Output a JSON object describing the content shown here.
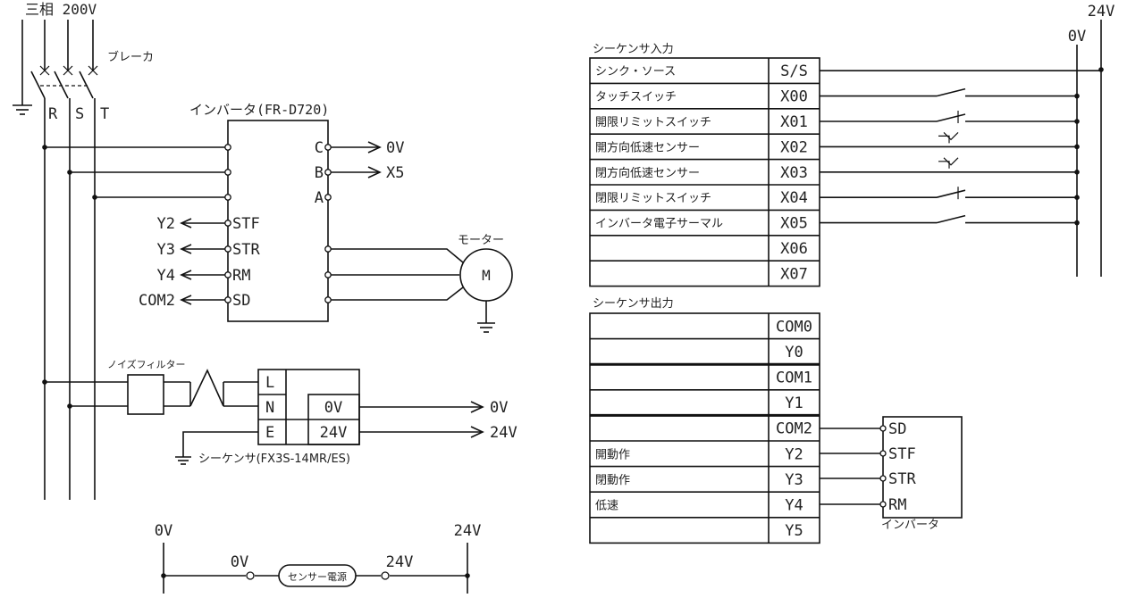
{
  "power": {
    "title": "三相 200V",
    "breaker": "ブレーカ",
    "phases": [
      "R",
      "S",
      "T"
    ]
  },
  "inverter": {
    "title": "インバータ(FR-D720)",
    "left_terminals": [
      "STF",
      "STR",
      "RM",
      "SD"
    ],
    "right_terminals": [
      "C",
      "B",
      "A"
    ],
    "signals": [
      "Y2",
      "Y3",
      "Y4",
      "COM2"
    ],
    "outputs": [
      "0V",
      "X5"
    ]
  },
  "motor": {
    "label": "モーター",
    "symbol": "M"
  },
  "noise_filter": {
    "label": "ノイズフィルター"
  },
  "plc_supply": {
    "terminals": [
      "L",
      "N",
      "E"
    ],
    "outputs": [
      "0V",
      "24V"
    ],
    "title": "シーケンサ(FX3S-14MR/ES)"
  },
  "sensor_supply": {
    "left_rail": "0V",
    "right_rail": "24V",
    "left_terminal": "0V",
    "right_terminal": "24V",
    "device": "センサー電源"
  },
  "input_table": {
    "title": "シーケンサ入力",
    "rows": [
      {
        "desc": "シンク・ソース",
        "addr": "S/S"
      },
      {
        "desc": "タッチスイッチ",
        "addr": "X00"
      },
      {
        "desc": "開限リミットスイッチ",
        "addr": "X01"
      },
      {
        "desc": "開方向低速センサー",
        "addr": "X02"
      },
      {
        "desc": "閉方向低速センサー",
        "addr": "X03"
      },
      {
        "desc": "閉限リミットスイッチ",
        "addr": "X04"
      },
      {
        "desc": "インバータ電子サーマル",
        "addr": "X05"
      },
      {
        "desc": "",
        "addr": "X06"
      },
      {
        "desc": "",
        "addr": "X07"
      }
    ],
    "rail_24v": "24V",
    "rail_0v": "0V"
  },
  "output_table": {
    "title": "シーケンサ出力",
    "rows": [
      {
        "desc": "",
        "addr": "COM0"
      },
      {
        "desc": "",
        "addr": "Y0"
      },
      {
        "desc": "",
        "addr": "COM1"
      },
      {
        "desc": "",
        "addr": "Y1"
      },
      {
        "desc": "",
        "addr": "COM2"
      },
      {
        "desc": "開動作",
        "addr": "Y2"
      },
      {
        "desc": "閉動作",
        "addr": "Y3"
      },
      {
        "desc": "低速",
        "addr": "Y4"
      },
      {
        "desc": "",
        "addr": "Y5"
      }
    ],
    "inverter_terminals": [
      "SD",
      "STF",
      "STR",
      "RM"
    ],
    "inverter_label": "インバータ"
  }
}
